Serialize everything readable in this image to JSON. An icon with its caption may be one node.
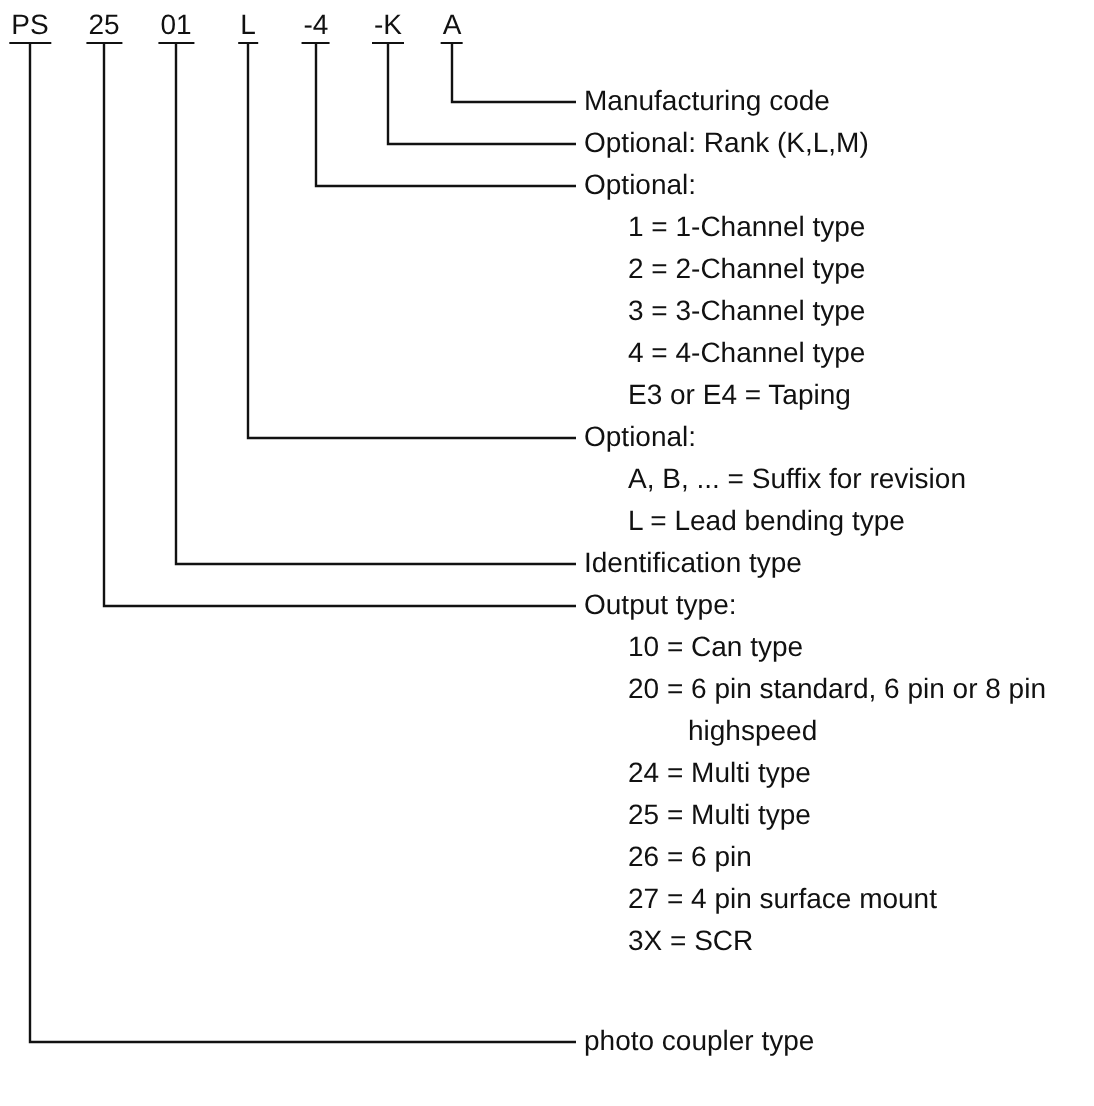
{
  "diagram": {
    "nodes": [
      {
        "text": [
          "PS"
        ]
      },
      {
        "text": [
          "25"
        ]
      },
      {
        "text": [
          "01"
        ]
      },
      {
        "text": [
          "L"
        ]
      },
      {
        "text": [
          "-4"
        ]
      },
      {
        "text": [
          "-K"
        ]
      },
      {
        "text": [
          "A"
        ]
      },
      {
        "text": [
          "Manufacturing code"
        ]
      },
      {
        "text": [
          "Optional: Rank (K,L,M)"
        ]
      },
      {
        "text": [
          "Optional:",
          "1 = 1-Channel type",
          "2 = 2-Channel type",
          "3 = 3-Channel type",
          "4 = 4-Channel type",
          "E3 or E4 = Taping"
        ]
      },
      {
        "text": [
          "Optional:",
          "A, B, ... = Suffix for revision",
          "L = Lead bending type"
        ]
      },
      {
        "text": [
          "Identification type"
        ]
      },
      {
        "text": [
          "Output type:",
          "10 = Can type",
          "20 = 6 pin standard, 6 pin or 8 pin highspeed",
          "24 = Multi type",
          "25 = Multi type",
          "26 = 6 pin",
          "27 = 4 pin surface mount",
          "3X = SCR"
        ]
      },
      {
        "text": [
          "photo coupler type"
        ]
      }
    ],
    "edges": [
      {
        "from": 6,
        "to": 7,
        "arrow": "none"
      },
      {
        "from": 5,
        "to": 8,
        "arrow": "none"
      },
      {
        "from": 4,
        "to": 9,
        "arrow": "none"
      },
      {
        "from": 3,
        "to": 10,
        "arrow": "none"
      },
      {
        "from": 2,
        "to": 11,
        "arrow": "none"
      },
      {
        "from": 1,
        "to": 12,
        "arrow": "none"
      },
      {
        "from": 0,
        "to": 13,
        "arrow": "none"
      }
    ]
  }
}
